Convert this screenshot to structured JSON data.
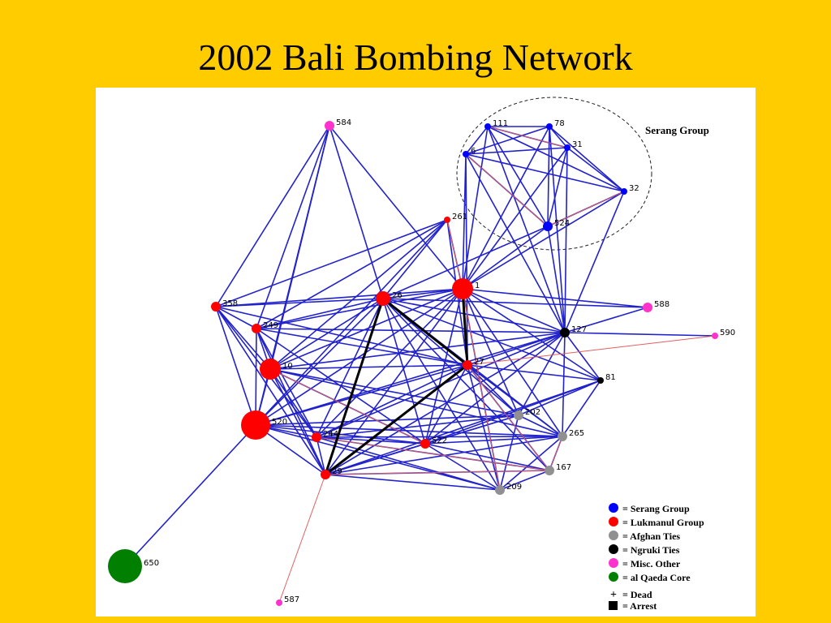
{
  "title": "2002 Bali Bombing Network",
  "group_label": "Serang Group",
  "colors": {
    "background": "#FFCC00",
    "serang": "#0000FF",
    "lukmanul": "#FF0000",
    "afghan": "#909090",
    "ngruki": "#000000",
    "misc": "#FF33CC",
    "alqaeda": "#007F00",
    "edge": "#2222CC"
  },
  "legend": [
    {
      "icon": "blue-dot",
      "color": "#0000FF",
      "text": "= Serang Group"
    },
    {
      "icon": "red-dot",
      "color": "#FF0000",
      "text": "= Lukmanul Group"
    },
    {
      "icon": "gray-dot",
      "color": "#909090",
      "text": "= Afghan Ties"
    },
    {
      "icon": "black-dot",
      "color": "#000000",
      "text": "= Ngruki Ties"
    },
    {
      "icon": "pink-dot",
      "color": "#FF33CC",
      "text": "= Misc. Other"
    },
    {
      "icon": "green-dot",
      "color": "#007F00",
      "text": "= al Qaeda Core"
    }
  ],
  "legend_marks": [
    {
      "icon": "plus-icon",
      "symbol": "+",
      "text": "= Dead"
    },
    {
      "icon": "square-icon",
      "symbol": "■",
      "text": "= Arrest"
    }
  ],
  "nodes": [
    {
      "id": "584",
      "group": "misc",
      "size": "small"
    },
    {
      "id": "111",
      "group": "serang",
      "size": "tiny"
    },
    {
      "id": "78",
      "group": "serang",
      "size": "tiny"
    },
    {
      "id": "31",
      "group": "serang",
      "size": "tiny"
    },
    {
      "id": "6",
      "group": "serang",
      "size": "tiny"
    },
    {
      "id": "32",
      "group": "serang",
      "size": "tiny"
    },
    {
      "id": "524",
      "group": "serang",
      "size": "small"
    },
    {
      "id": "261",
      "group": "lukmanul",
      "size": "tiny"
    },
    {
      "id": "1",
      "group": "lukmanul",
      "size": "large"
    },
    {
      "id": "26",
      "group": "lukmanul",
      "size": "medium"
    },
    {
      "id": "358",
      "group": "lukmanul",
      "size": "small"
    },
    {
      "id": "249",
      "group": "lukmanul",
      "size": "small"
    },
    {
      "id": "10",
      "group": "lukmanul",
      "size": "large"
    },
    {
      "id": "520",
      "group": "lukmanul",
      "size": "xlarge"
    },
    {
      "id": "244",
      "group": "lukmanul",
      "size": "small"
    },
    {
      "id": "29",
      "group": "lukmanul",
      "size": "small"
    },
    {
      "id": "27",
      "group": "lukmanul",
      "size": "small"
    },
    {
      "id": "522",
      "group": "lukmanul",
      "size": "small"
    },
    {
      "id": "588",
      "group": "misc",
      "size": "small"
    },
    {
      "id": "590",
      "group": "misc",
      "size": "tiny"
    },
    {
      "id": "127",
      "group": "ngruki",
      "size": "small"
    },
    {
      "id": "81",
      "group": "ngruki",
      "size": "tiny"
    },
    {
      "id": "202",
      "group": "afghan",
      "size": "small"
    },
    {
      "id": "265",
      "group": "afghan",
      "size": "small"
    },
    {
      "id": "167",
      "group": "afghan",
      "size": "small"
    },
    {
      "id": "209",
      "group": "afghan",
      "size": "small"
    },
    {
      "id": "650",
      "group": "alqaeda",
      "size": "huge"
    },
    {
      "id": "587",
      "group": "misc",
      "size": "tiny"
    }
  ],
  "edges": [
    [
      "584",
      "358"
    ],
    [
      "584",
      "26"
    ],
    [
      "584",
      "1"
    ],
    [
      "584",
      "10"
    ],
    [
      "584",
      "520"
    ],
    [
      "584",
      "249"
    ],
    [
      "111",
      "78"
    ],
    [
      "111",
      "31"
    ],
    [
      "111",
      "6"
    ],
    [
      "111",
      "32"
    ],
    [
      "111",
      "524"
    ],
    [
      "111",
      "1"
    ],
    [
      "111",
      "127"
    ],
    [
      "78",
      "31"
    ],
    [
      "78",
      "6"
    ],
    [
      "78",
      "32"
    ],
    [
      "78",
      "524"
    ],
    [
      "78",
      "1"
    ],
    [
      "78",
      "127"
    ],
    [
      "31",
      "6"
    ],
    [
      "31",
      "32"
    ],
    [
      "31",
      "524"
    ],
    [
      "31",
      "1"
    ],
    [
      "31",
      "127"
    ],
    [
      "6",
      "32"
    ],
    [
      "6",
      "524"
    ],
    [
      "6",
      "1"
    ],
    [
      "6",
      "127"
    ],
    [
      "6",
      "27"
    ],
    [
      "32",
      "524"
    ],
    [
      "32",
      "1"
    ],
    [
      "32",
      "127"
    ],
    [
      "524",
      "1"
    ],
    [
      "524",
      "26"
    ],
    [
      "524",
      "127"
    ],
    [
      "261",
      "358"
    ],
    [
      "261",
      "26"
    ],
    [
      "261",
      "1"
    ],
    [
      "261",
      "249"
    ],
    [
      "261",
      "10"
    ],
    [
      "261",
      "520"
    ],
    [
      "261",
      "27"
    ],
    [
      "1",
      "26"
    ],
    [
      "1",
      "358"
    ],
    [
      "1",
      "249"
    ],
    [
      "1",
      "10"
    ],
    [
      "1",
      "520"
    ],
    [
      "1",
      "244"
    ],
    [
      "1",
      "29"
    ],
    [
      "1",
      "27"
    ],
    [
      "1",
      "522"
    ],
    [
      "1",
      "588"
    ],
    [
      "1",
      "127"
    ],
    [
      "1",
      "81"
    ],
    [
      "1",
      "202"
    ],
    [
      "1",
      "265"
    ],
    [
      "1",
      "209"
    ],
    [
      "26",
      "358"
    ],
    [
      "26",
      "249"
    ],
    [
      "26",
      "10"
    ],
    [
      "26",
      "520"
    ],
    [
      "26",
      "244"
    ],
    [
      "26",
      "27"
    ],
    [
      "26",
      "522"
    ],
    [
      "26",
      "588"
    ],
    [
      "26",
      "127"
    ],
    [
      "26",
      "81"
    ],
    [
      "26",
      "202"
    ],
    [
      "26",
      "265"
    ],
    [
      "26",
      "167"
    ],
    [
      "26",
      "209"
    ],
    [
      "358",
      "249"
    ],
    [
      "358",
      "10"
    ],
    [
      "358",
      "520"
    ],
    [
      "358",
      "244"
    ],
    [
      "358",
      "29"
    ],
    [
      "358",
      "27"
    ],
    [
      "249",
      "10"
    ],
    [
      "249",
      "520"
    ],
    [
      "249",
      "244"
    ],
    [
      "249",
      "29"
    ],
    [
      "249",
      "27"
    ],
    [
      "249",
      "127"
    ],
    [
      "249",
      "522"
    ],
    [
      "10",
      "520"
    ],
    [
      "10",
      "244"
    ],
    [
      "10",
      "29"
    ],
    [
      "10",
      "27"
    ],
    [
      "10",
      "522"
    ],
    [
      "10",
      "127"
    ],
    [
      "10",
      "202"
    ],
    [
      "10",
      "265"
    ],
    [
      "520",
      "244"
    ],
    [
      "520",
      "29"
    ],
    [
      "520",
      "27"
    ],
    [
      "520",
      "522"
    ],
    [
      "520",
      "127"
    ],
    [
      "520",
      "202"
    ],
    [
      "520",
      "265"
    ],
    [
      "520",
      "650"
    ],
    [
      "520",
      "209"
    ],
    [
      "244",
      "29"
    ],
    [
      "244",
      "27"
    ],
    [
      "244",
      "522"
    ],
    [
      "244",
      "127"
    ],
    [
      "244",
      "202"
    ],
    [
      "244",
      "265"
    ],
    [
      "244",
      "167"
    ],
    [
      "244",
      "209"
    ],
    [
      "29",
      "27"
    ],
    [
      "29",
      "522"
    ],
    [
      "29",
      "127"
    ],
    [
      "29",
      "81"
    ],
    [
      "29",
      "202"
    ],
    [
      "29",
      "265"
    ],
    [
      "29",
      "167"
    ],
    [
      "29",
      "209"
    ],
    [
      "27",
      "522"
    ],
    [
      "27",
      "127"
    ],
    [
      "27",
      "81"
    ],
    [
      "27",
      "202"
    ],
    [
      "27",
      "265"
    ],
    [
      "27",
      "167"
    ],
    [
      "27",
      "209"
    ],
    [
      "522",
      "127"
    ],
    [
      "522",
      "81"
    ],
    [
      "522",
      "202"
    ],
    [
      "522",
      "265"
    ],
    [
      "522",
      "167"
    ],
    [
      "522",
      "209"
    ],
    [
      "127",
      "81"
    ],
    [
      "127",
      "202"
    ],
    [
      "127",
      "265"
    ],
    [
      "127",
      "590"
    ],
    [
      "127",
      "588"
    ],
    [
      "81",
      "202"
    ],
    [
      "81",
      "265"
    ],
    [
      "202",
      "265"
    ],
    [
      "202",
      "209"
    ],
    [
      "265",
      "167"
    ],
    [
      "265",
      "209"
    ],
    [
      "167",
      "209"
    ]
  ],
  "strong_edges": [
    [
      "26",
      "29"
    ],
    [
      "27",
      "29"
    ],
    [
      "1",
      "27"
    ],
    [
      "26",
      "27"
    ]
  ],
  "weak_edges": [
    [
      "1",
      "261"
    ],
    [
      "29",
      "587"
    ],
    [
      "27",
      "590"
    ],
    [
      "6",
      "524"
    ],
    [
      "111",
      "31"
    ],
    [
      "32",
      "524"
    ],
    [
      "244",
      "167"
    ],
    [
      "29",
      "167"
    ],
    [
      "1",
      "209"
    ],
    [
      "27",
      "167"
    ],
    [
      "265",
      "167"
    ],
    [
      "10",
      "522"
    ]
  ]
}
